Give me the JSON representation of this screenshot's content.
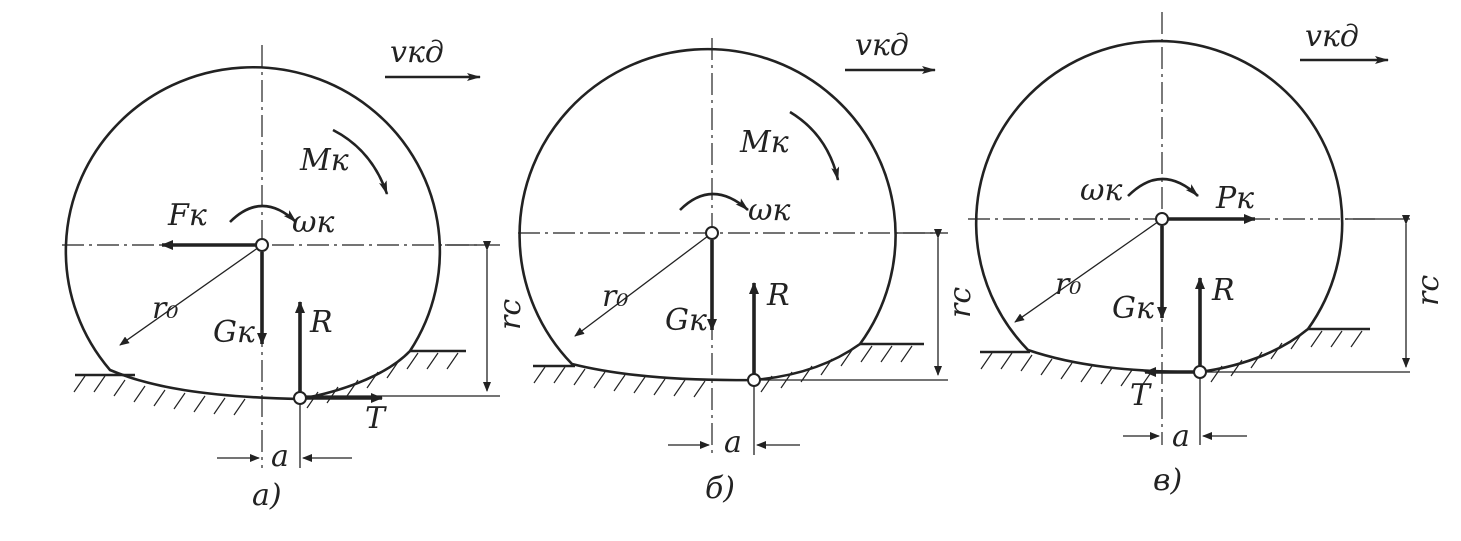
{
  "diagrams": [
    {
      "caption": "а)",
      "velocity_label": "vкд",
      "moment_label": "Mк",
      "angular_label": "ωк",
      "horizontal_force_label": "Fк",
      "weight_label": "Gк",
      "reaction_label": "R",
      "tangential_label": "T",
      "radius_label": "r₀",
      "rolling_radius_label": "rc",
      "offset_label": "a"
    },
    {
      "caption": "б)",
      "velocity_label": "vкд",
      "moment_label": "Mк",
      "angular_label": "ωк",
      "weight_label": "Gк",
      "reaction_label": "R",
      "radius_label": "r₀",
      "rolling_radius_label": "rc",
      "offset_label": "a"
    },
    {
      "caption": "в)",
      "velocity_label": "vкд",
      "angular_label": "ωк",
      "horizontal_force_label": "Pк",
      "weight_label": "Gк",
      "reaction_label": "R",
      "tangential_label": "T",
      "radius_label": "r₀",
      "rolling_radius_label": "rc",
      "offset_label": "a"
    }
  ]
}
